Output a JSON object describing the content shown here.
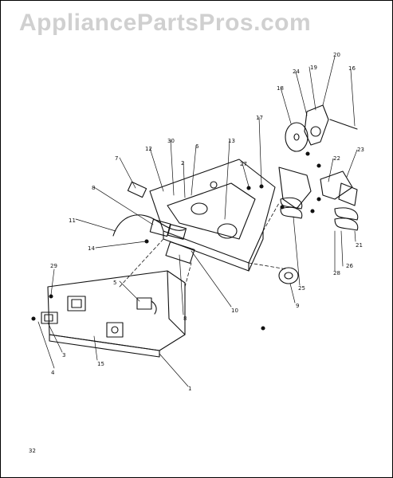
{
  "watermark": "AppliancePartsPros.com",
  "page_number": "32",
  "callouts": [
    "1",
    "2",
    "3",
    "4",
    "5",
    "6",
    "7",
    "8",
    "9",
    "10",
    "11",
    "12",
    "13",
    "14",
    "15",
    "16",
    "17",
    "18",
    "19",
    "20",
    "21",
    "22",
    "23",
    "24",
    "25",
    "26",
    "27",
    "28",
    "29",
    "30"
  ]
}
